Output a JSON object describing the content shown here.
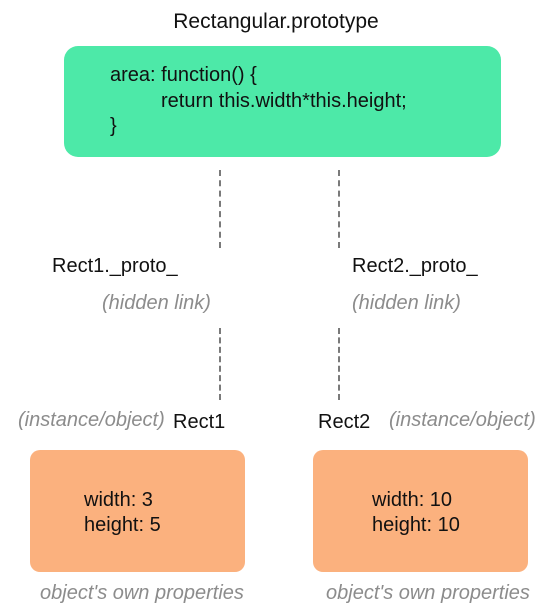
{
  "prototype": {
    "title": "Rectangular.prototype",
    "code_lines": [
      "area: function() {",
      "return this.width*this.height;",
      "}"
    ],
    "fill_color": "#4de9a8"
  },
  "links": [
    {
      "label": "Rect1._proto_",
      "hint": "(hidden link)"
    },
    {
      "label": "Rect2._proto_",
      "hint": "(hidden link)"
    }
  ],
  "instances": [
    {
      "name": "Rect1",
      "tag": "(instance/object)",
      "properties": [
        "width: 3",
        "height: 5"
      ],
      "caption": "object's own properties"
    },
    {
      "name": "Rect2",
      "tag": "(instance/object)",
      "properties": [
        "width: 10",
        "height: 10"
      ],
      "caption": "object's own properties"
    }
  ],
  "instance_fill_color": "#fbb17e"
}
